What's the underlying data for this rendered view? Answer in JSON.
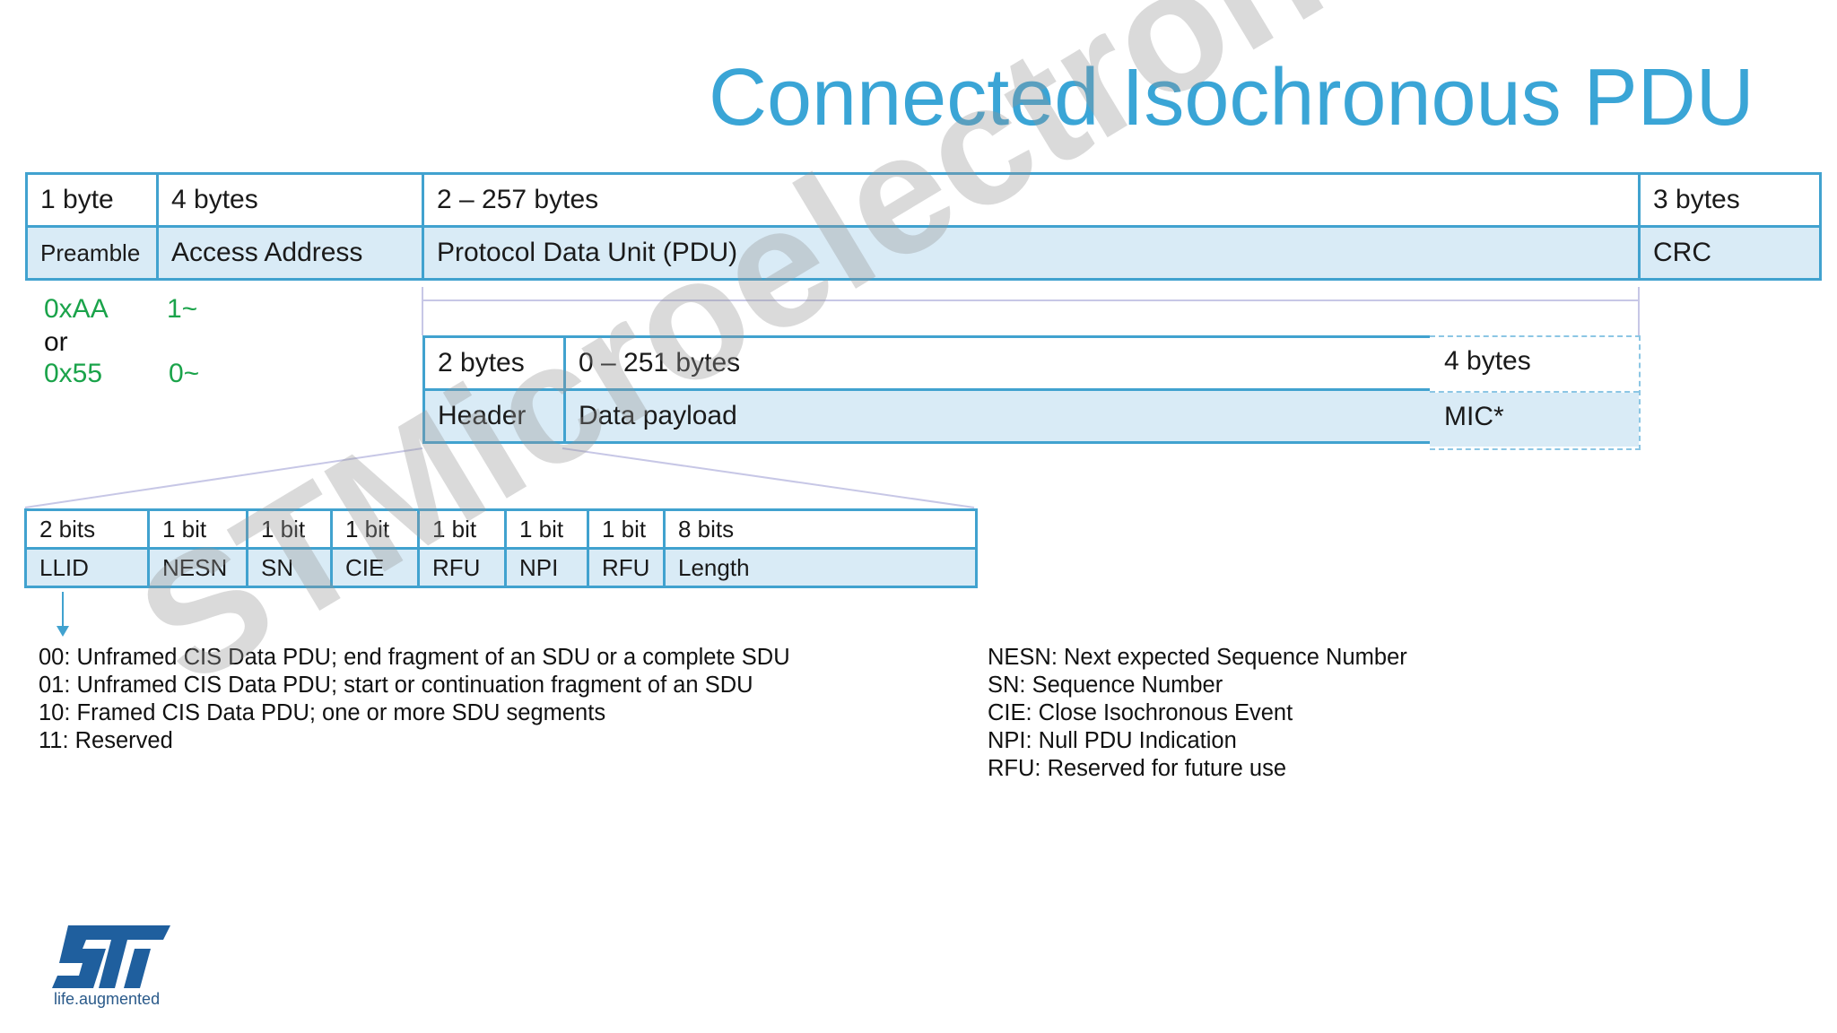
{
  "title": "Connected Isochronous PDU",
  "top_frame": {
    "sizes": [
      "1 byte",
      "4 bytes",
      "2 – 257 bytes",
      "3 bytes"
    ],
    "labels": [
      "Preamble",
      "Access Address",
      "Protocol Data Unit (PDU)",
      "CRC"
    ]
  },
  "preamble_values": {
    "first": "0xAA",
    "or": "or",
    "second": "0x55"
  },
  "access_values": {
    "first": "1~",
    "second": "0~"
  },
  "pdu_frame": {
    "sizes": [
      "2 bytes",
      "0 – 251 bytes",
      "4 bytes"
    ],
    "labels": [
      "Header",
      "Data payload",
      "MIC*"
    ]
  },
  "header_fields": {
    "sizes": [
      "2 bits",
      "1 bit",
      "1 bit",
      "1 bit",
      "1 bit",
      "1 bit",
      "1 bit",
      "8 bits"
    ],
    "labels": [
      "LLID",
      "NESN",
      "SN",
      "CIE",
      "RFU",
      "NPI",
      "RFU",
      "Length"
    ]
  },
  "llid_notes": [
    "00: Unframed CIS Data PDU; end fragment of an SDU or a complete SDU",
    "01: Unframed CIS Data PDU; start or continuation fragment of an SDU",
    "10: Framed CIS Data PDU; one or more SDU segments",
    "11: Reserved"
  ],
  "abbrev_notes": [
    "NESN: Next expected Sequence Number",
    "SN: Sequence Number",
    "CIE: Close Isochronous Event",
    "NPI: Null PDU Indication",
    "RFU: Reserved for future use"
  ],
  "watermark": "STMicroelectronics",
  "logo": {
    "mark": "ST",
    "tagline": "life.augmented"
  },
  "colors": {
    "title": "#3aa5d6",
    "border": "#41a2cf",
    "label_fill": "#d9ebf6",
    "hex_values": "#1aa34a"
  }
}
